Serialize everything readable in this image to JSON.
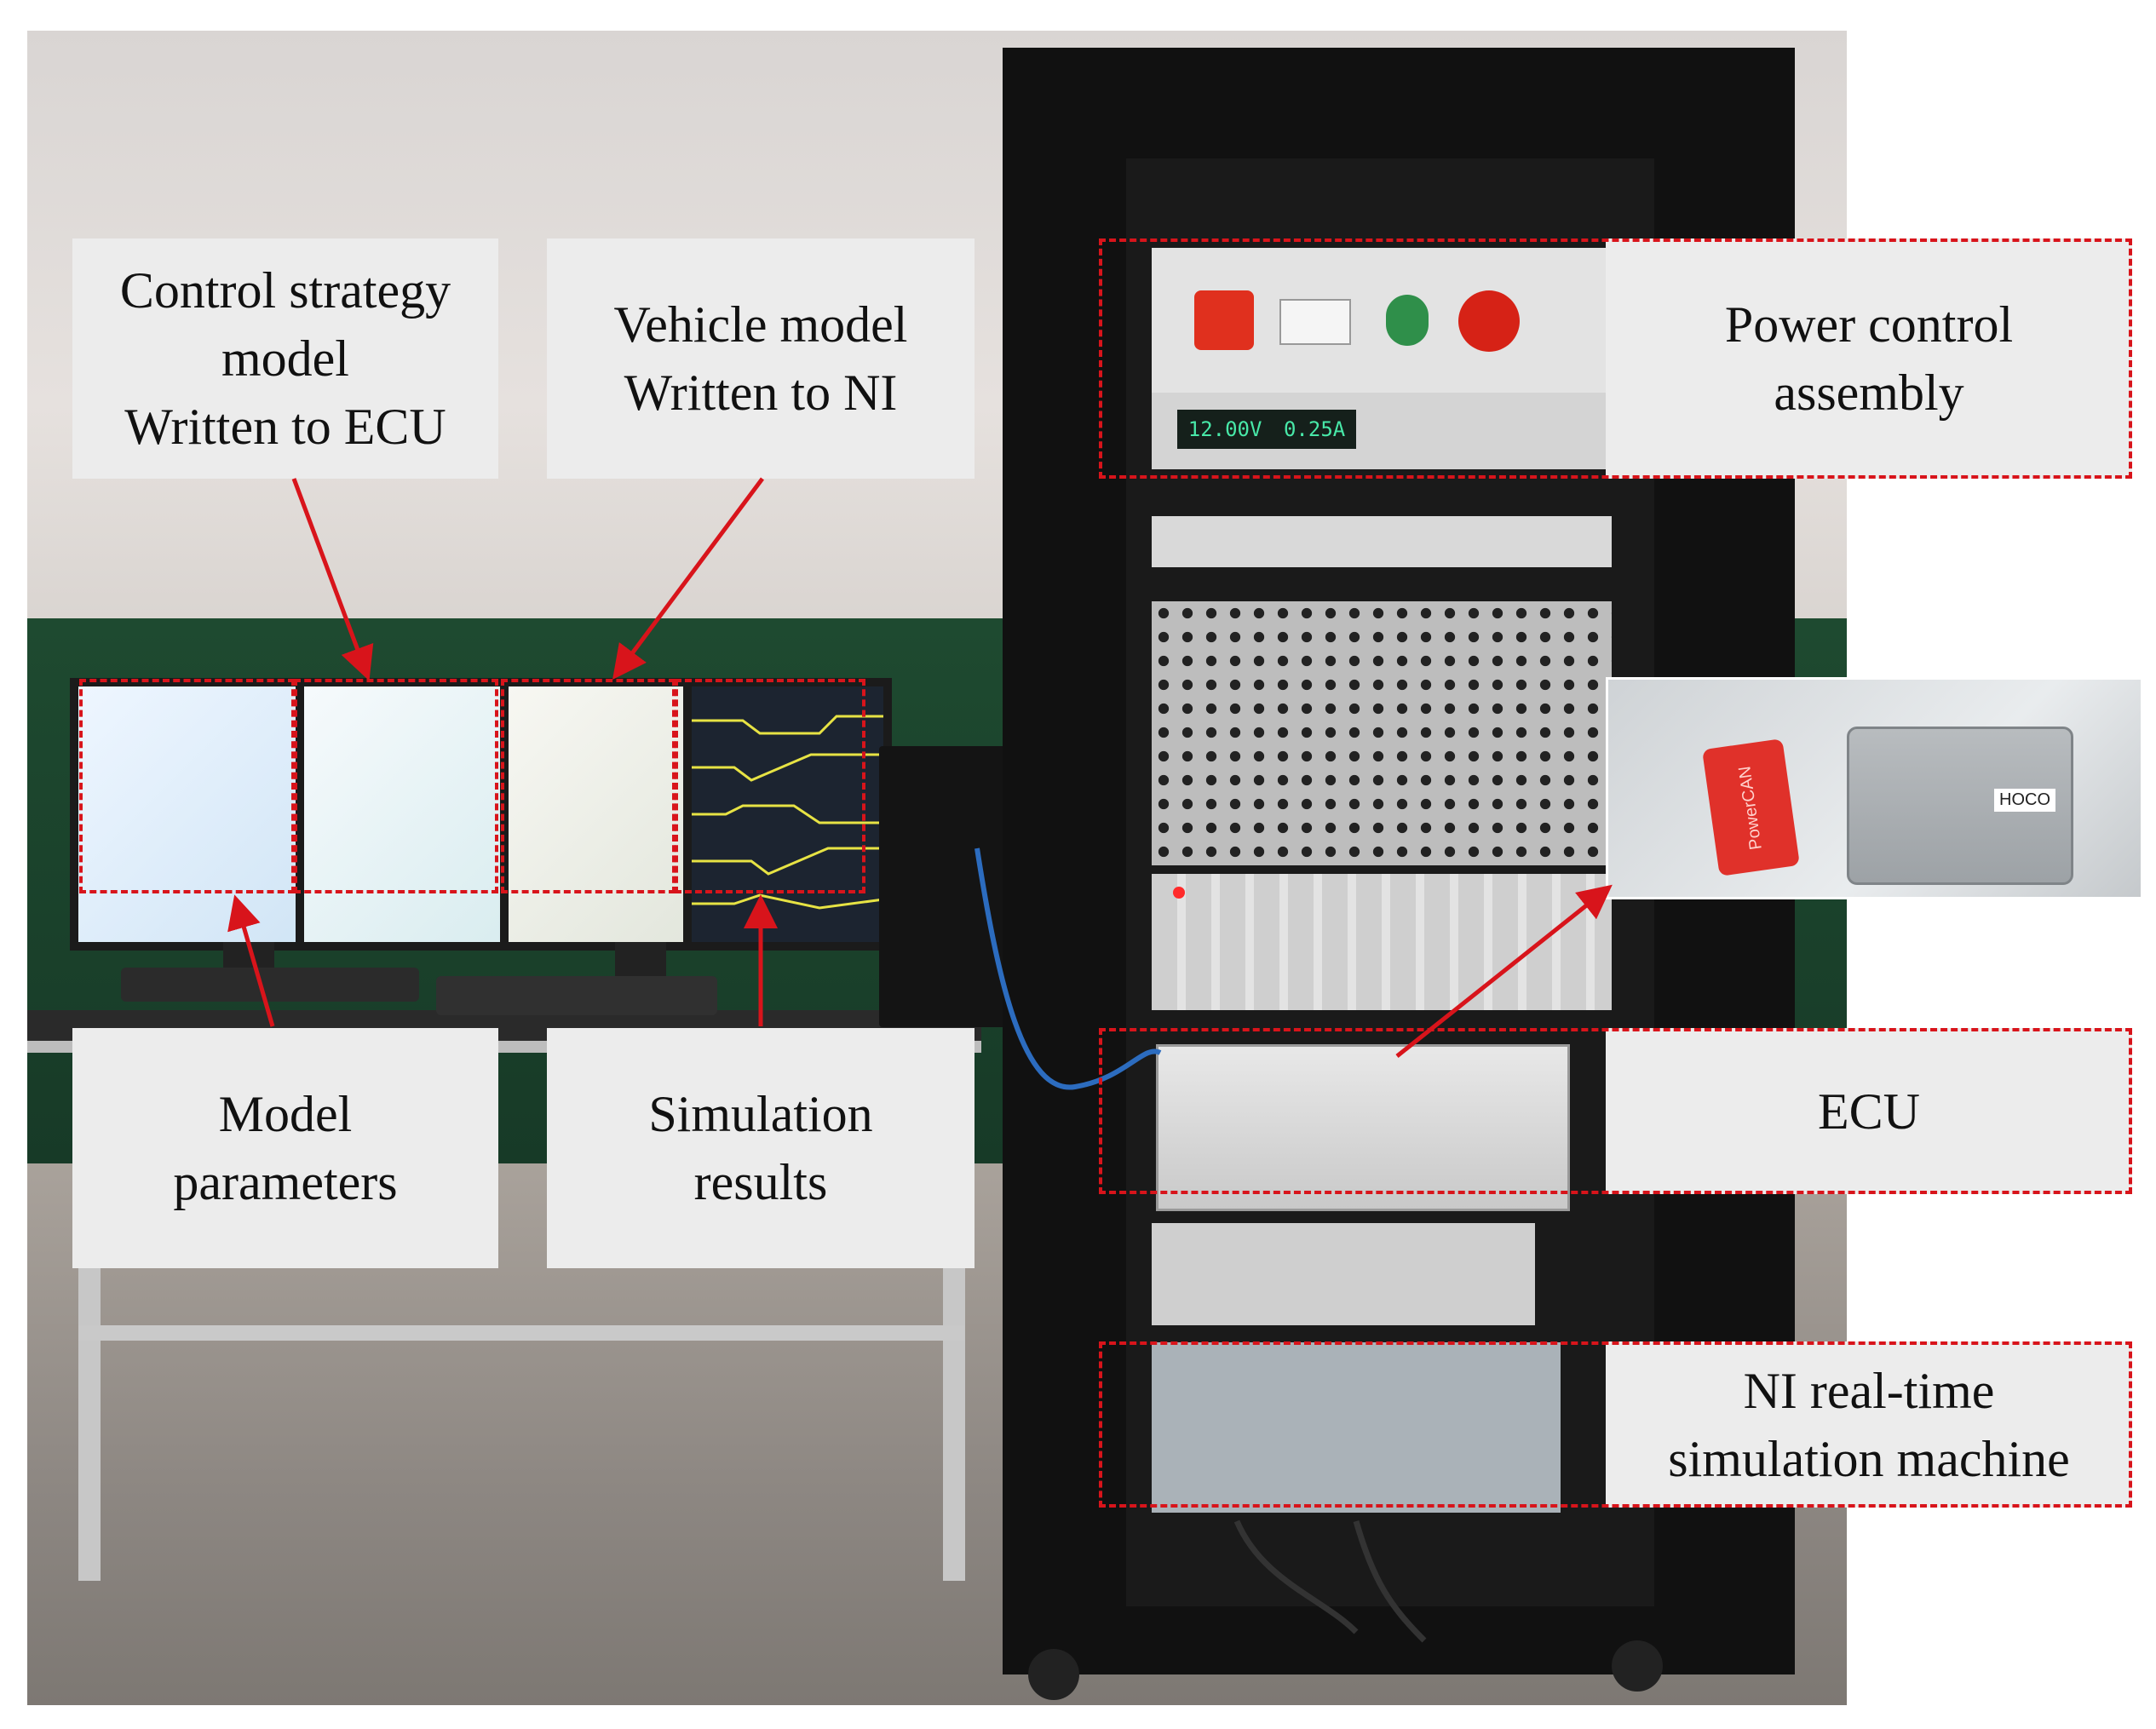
{
  "labels": {
    "control_strategy": [
      "Control strategy",
      "model",
      "Written to ECU"
    ],
    "vehicle_model": [
      "Vehicle model",
      "Written to NI"
    ],
    "power_control": [
      "Power control",
      "assembly"
    ],
    "model_parameters": [
      "Model",
      "parameters"
    ],
    "simulation_results": [
      "Simulation",
      "results"
    ],
    "ecu": [
      "ECU"
    ],
    "ni_machine": [
      "NI real-time",
      "simulation machine"
    ]
  },
  "device_text": {
    "psu_voltage": "12.00V",
    "psu_current": "0.25A",
    "can_box": "PowerCAN",
    "ecu_badge": "HOCO"
  },
  "colors": {
    "annotation_red": "#d8141b",
    "label_bg": "#ececec"
  }
}
